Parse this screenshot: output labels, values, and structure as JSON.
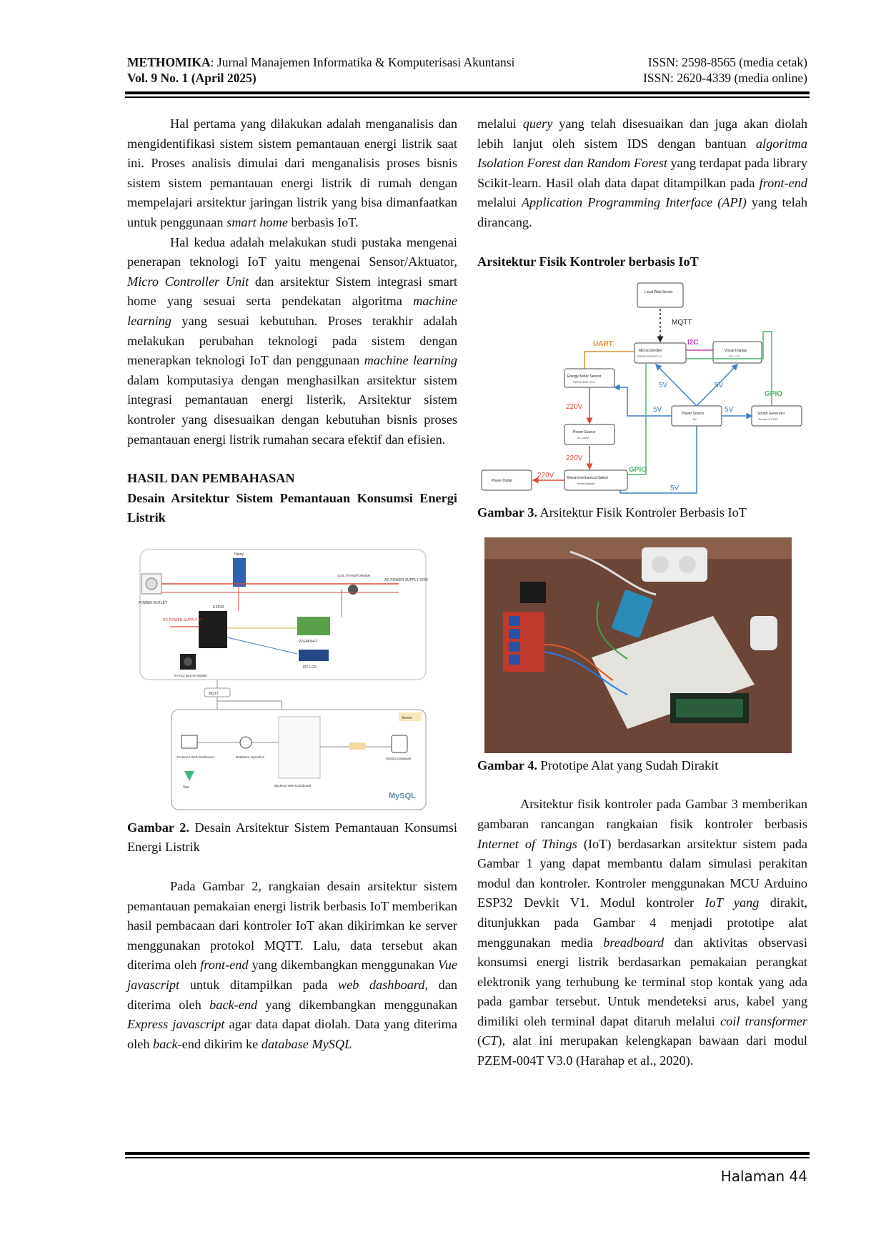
{
  "header": {
    "journal_name": "METHOMIKA",
    "journal_sub": ": Jurnal Manajemen Informatika & Komputerisasi Akuntansi",
    "volume": "Vol. 9 No. 1 (April 2025)",
    "issn_print": "ISSN: 2598-8565 (media cetak)",
    "issn_online": "ISSN: 2620-4339 (media online)"
  },
  "left": {
    "p1": "Hal pertama yang dilakukan adalah menganalisis dan mengidentifikasi sistem sistem pemantauan energi listrik saat ini. Proses analisis dimulai dari menganalisis proses bisnis sistem sistem pemantauan energi listrik di rumah dengan mempelajari arsitektur jaringan listrik yang bisa dimanfaatkan untuk penggunaan ",
    "p1_i1": "smart home",
    "p1_end": " berbasis IoT.",
    "p2_a": "Hal kedua adalah melakukan studi pustaka mengenai penerapan teknologi IoT yaitu mengenai Sensor/Aktuator, ",
    "p2_i1": "Micro Controller Unit",
    "p2_b": " dan arsitektur Sistem integrasi smart home yang sesuai serta pendekatan algoritma ",
    "p2_i2": "machine learning",
    "p2_c": " yang sesuai kebutuhan. Proses terakhir adalah melakukan perubahan teknologi pada sistem dengan menerapkan teknologi IoT dan penggunaan ",
    "p2_i3": "machine learning",
    "p2_d": " dalam komputasiya dengan menghasilkan arsitektur sistem integrasi pemantauan energi listerik, Arsitektur sistem kontroler yang disesuaikan dengan kebutuhan bisnis proses pemantauan energi listrik rumahan secara efektif dan efisien.",
    "h_hasil": "HASIL DAN PEMBAHASAN",
    "h_desain": "Desain Arsitektur Sistem Pemantauan Konsumsi Energi Listrik",
    "fig2_label": "Gambar 2.",
    "fig2_text": " Desain Arsitektur Sistem Pemantauan Konsumsi Energi Listrik",
    "p3_a": "Pada Gambar 2, rangkaian desain arsitektur sistem pemantauan pemakaian energi listrik berbasis IoT memberikan hasil pembacaan dari kontroler IoT akan dikirimkan ke server menggunakan protokol MQTT. Lalu, data tersebut akan diterima oleh ",
    "p3_i1": "front-end",
    "p3_b": " yang dikembangkan menggunakan ",
    "p3_i2": "Vue javascript",
    "p3_c": " untuk ditampilkan pada ",
    "p3_i3": "web dashboard",
    "p3_d": ", dan diterima oleh ",
    "p3_i4": "back-end",
    "p3_e": " yang dikembangkan menggunakan ",
    "p3_i5": "Express javascript",
    "p3_f": " agar data dapat diolah. Data yang diterima oleh ",
    "p3_i6": "back",
    "p3_g": "-end dikirim ke ",
    "p3_i7": "database MySQL",
    "fig2_labels": {
      "relay": "Relay",
      "coil": "COIL TRANSFORMER",
      "ac": "AC POWER SUPPLY 220V",
      "outlet": "POWER OUTLET",
      "esp32": "ESP32",
      "dc": "DC POWER SUPPLY 5V",
      "pzem": "PZEM004-T",
      "buzzer": "KY-012 Buzzer Module",
      "lcd": "I2C LCD",
      "mqtt": "MQTT",
      "server": "Server",
      "frontend": "Frontend Web Dashboard",
      "db_op": "Database Operation",
      "backend": "Backend Web Dashboard",
      "mysql_db": "MySQL Database",
      "mysql": "MySQL",
      "vue": "Vue"
    }
  },
  "right": {
    "p_cont_i1": "query",
    "p_cont_a": "melalui ",
    "p_cont_b": " yang telah disesuaikan dan juga akan diolah lebih lanjut oleh sistem IDS dengan bantuan ",
    "p_cont_i2": "algoritma Isolation Forest dan Random Forest",
    "p_cont_c": " yang terdapat pada library Scikit-learn. Hasil olah data dapat ditampilkan pada ",
    "p_cont_i3": "front-end",
    "p_cont_d": " melalui ",
    "p_cont_i4": "Application Programming Interface (API)",
    "p_cont_e": " yang telah dirancang.",
    "h_fisik": "Arsitektur Fisik Kontroler berbasis IoT",
    "fig3": {
      "local_web": "Local Web Server",
      "mqtt": "MQTT",
      "uart": "UART",
      "i2c": "I2C",
      "micro": "Microcontroller",
      "micro_sub": "ESP32-DEVKIT V1",
      "visual": "Visual Display",
      "visual_sub": "I2C LCD",
      "energy": "Energy Meter Sensor",
      "energy_sub": "PZEM-004T V3.0",
      "power_src": "Power Source",
      "power_src_sub": "5V",
      "sound": "Sound Generator",
      "sound_sub": "Buzzer KY-012",
      "ps_ac": "Power Source",
      "ps_ac_sub": "AC 220V",
      "outlet": "Power Outlet",
      "relay": "Electromechanical Switch",
      "relay_sub": "Relay Module",
      "v5": "5V",
      "v220": "220V",
      "gpio": "GPIO"
    },
    "fig3_label": "Gambar 3.",
    "fig3_text": " Arsitektur Fisik Kontroler Berbasis IoT",
    "fig4_label": "Gambar 4.",
    "fig4_text": " Prototipe Alat yang Sudah Dirakit",
    "p4_a": "Arsitektur fisik kontroler pada Gambar 3 memberikan gambaran rancangan rangkaian fisik kontroler berbasis ",
    "p4_i1": "Internet of Things",
    "p4_b": " (IoT) berdasarkan arsitektur sistem pada Gambar 1 yang dapat membantu dalam simulasi perakitan modul dan kontroler. Kontroler menggunakan MCU Arduino ESP32 Devkit V1. Modul kontroler ",
    "p4_i2": "IoT yang",
    "p4_c": " dirakit, ditunjukkan pada Gambar 4 menjadi prototipe alat menggunakan media ",
    "p4_i3": "breadboard",
    "p4_d": " dan aktivitas observasi konsumsi energi listrik berdasarkan pemakaian perangkat elektronik yang terhubung ke terminal stop kontak yang ada pada gambar tersebut. Untuk mendeteksi arus, kabel yang dimiliki oleh terminal dapat ditaruh melalui ",
    "p4_i4": "coil transformer",
    "p4_e": " (",
    "p4_i5": "CT",
    "p4_f": "), alat ini merupakan kelengkapan bawaan dari modul PZEM-004T V3.0 (Harahap et al., 2020)."
  },
  "footer": {
    "page": "Halaman 44"
  },
  "colors": {
    "red": "#d94a3a",
    "blue": "#3d7fc4",
    "green": "#4cb56a"
  }
}
